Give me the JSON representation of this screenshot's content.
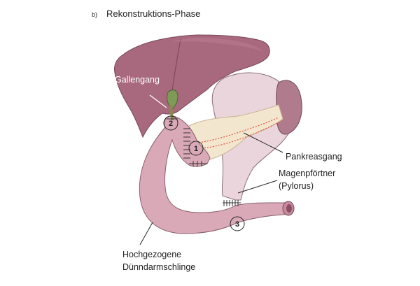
{
  "panel_letter": "b)",
  "title": "Rekonstruktions-Phase",
  "labels": {
    "gallengang": "Gallengang",
    "pankreasgang": "Pankreasgang",
    "magenpfoertner_1": "Magenpförtner",
    "magenpfoertner_2": "(Pylorus)",
    "duenndarm_1": "Hochgezogene",
    "duenndarm_2": "Dünndarmschlinge"
  },
  "anastomoses": [
    "1",
    "2",
    "3"
  ],
  "colors": {
    "liver": "#a8697f",
    "liver_outline": "#7a4457",
    "stomach": "#ead5dc",
    "intestine": "#d9a9b8",
    "pancreas": "#f3e6cf",
    "spleen": "#b07b8c",
    "bile_duct": "#8a8a4e",
    "pancreatic_duct": "#e0533d"
  }
}
